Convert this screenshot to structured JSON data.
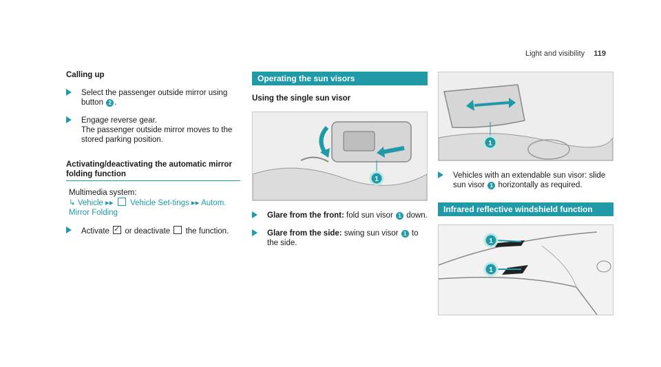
{
  "header": {
    "section": "Light and visibility",
    "page": "119"
  },
  "col1": {
    "heading": "Calling up",
    "steps": [
      {
        "pre": "Select the passenger outside mirror using button",
        "num": "2",
        "post": "."
      },
      {
        "l1": "Engage reverse gear.",
        "l2": "The passenger outside mirror moves to the stored parking position."
      }
    ],
    "section_title": "Activating/deactivating the automatic mirror folding function",
    "path": {
      "prefix": "Multimedia system:",
      "item1": "Vehicle",
      "item2": "Vehicle Set-tings",
      "item3": "Autom. Mirror Folding"
    },
    "step3": {
      "pre": "Activate",
      "mid": "or deactivate",
      "post": "the function."
    }
  },
  "col2": {
    "bar_title": "Operating the sun visors",
    "sub_heading": "Using the single sun visor",
    "fig_callout": "1",
    "step1": {
      "bold": "Glare from the front:",
      "text": "fold sun visor",
      "num": "1",
      "post": "down."
    },
    "step2": {
      "bold": "Glare from the side:",
      "text": "swing sun visor",
      "num": "1",
      "post": "to the side."
    }
  },
  "col3": {
    "fig_callout": "1",
    "step1": {
      "text": "Vehicles with an extendable sun visor: slide sun visor",
      "num": "1",
      "post": "horizontally as required."
    },
    "bar_title": "Infrared reflective windshield function",
    "fig_callouts": [
      "1",
      "1"
    ]
  },
  "colors": {
    "accent": "#1f9aa6"
  }
}
